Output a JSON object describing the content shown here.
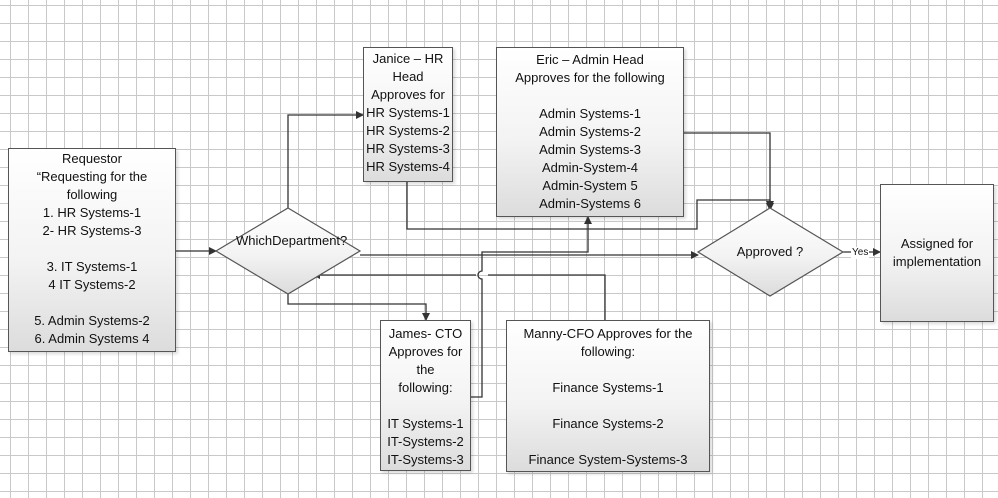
{
  "nodes": {
    "requestor": [
      "Requestor",
      "“Requesting for the",
      "following",
      "1. HR Systems-1",
      "2- HR Systems-3",
      "",
      "3. IT Systems-1",
      "4 IT Systems-2",
      "",
      "5. Admin Systems-2",
      "6. Admin Systems 4"
    ],
    "department": [
      "Which",
      "Department?"
    ],
    "janice": [
      "Janice – HR",
      "Head",
      "Approves for",
      "HR Systems-1",
      "HR Systems-2",
      "HR Systems-3",
      "HR Systems-4"
    ],
    "eric": [
      "Eric – Admin Head",
      "Approves for the following",
      "",
      "Admin Systems-1",
      "Admin Systems-2",
      "Admin Systems-3",
      "Admin-System-4",
      "Admin-System 5",
      "Admin-Systems 6"
    ],
    "james": [
      "James- CTO",
      "Approves for",
      "the",
      "following:",
      "",
      "IT Systems-1",
      "IT-Systems-2",
      "IT-Systems-3"
    ],
    "manny": [
      "Manny-CFO Approves for the",
      "following:",
      "",
      "Finance Systems-1",
      "",
      "Finance Systems-2",
      "",
      "Finance System-Systems-3"
    ],
    "approved": [
      "Approved ?"
    ],
    "assigned": [
      "Assigned for",
      "implementation"
    ]
  },
  "edges": {
    "yes_label": "Yes"
  },
  "colors": {
    "line": "#333333",
    "grid": "#c9c9c9",
    "box_border": "#555555"
  }
}
